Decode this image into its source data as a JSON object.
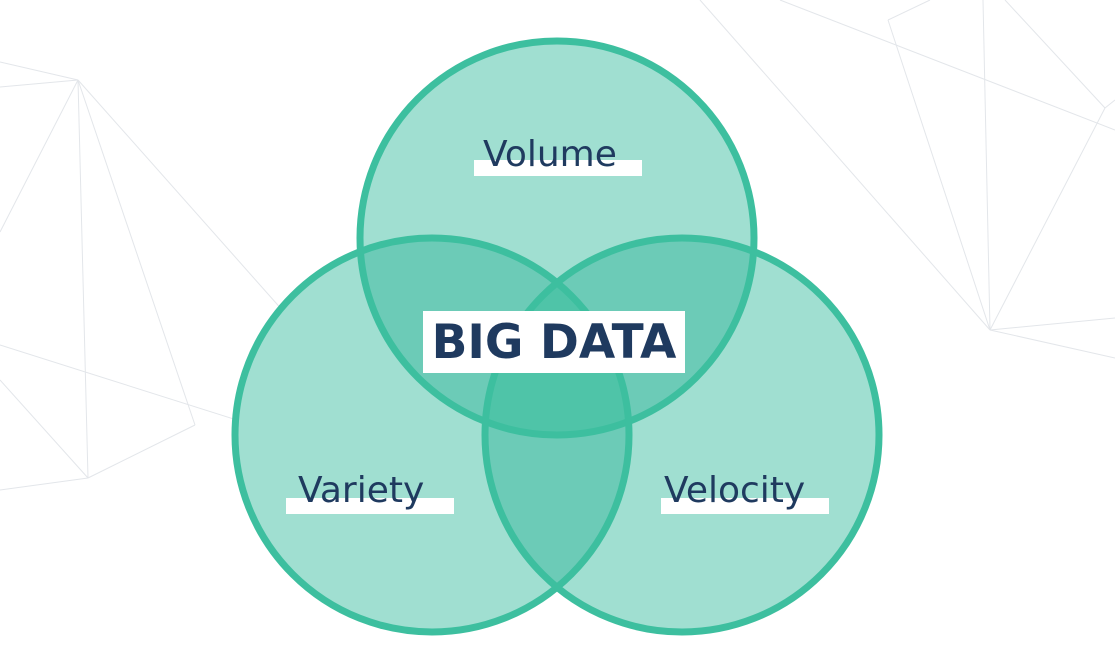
{
  "diagram": {
    "type": "venn",
    "title": "BIG DATA",
    "sets": [
      {
        "id": "volume",
        "label": "Volume",
        "position": "top"
      },
      {
        "id": "variety",
        "label": "Variety",
        "position": "bottom-left"
      },
      {
        "id": "velocity",
        "label": "Velocity",
        "position": "bottom-right"
      }
    ],
    "center_label": "BIG DATA"
  },
  "colors": {
    "circle_fill": "#a0dfd1",
    "circle_stroke": "#3dbf9f",
    "overlap_fill": "#6ccbb7",
    "center_overlap_fill": "#4fc4a8",
    "text": "#1f3a5f",
    "label_bg": "#ffffff",
    "background": "#ffffff",
    "bg_lines": "#e3e6ea"
  }
}
